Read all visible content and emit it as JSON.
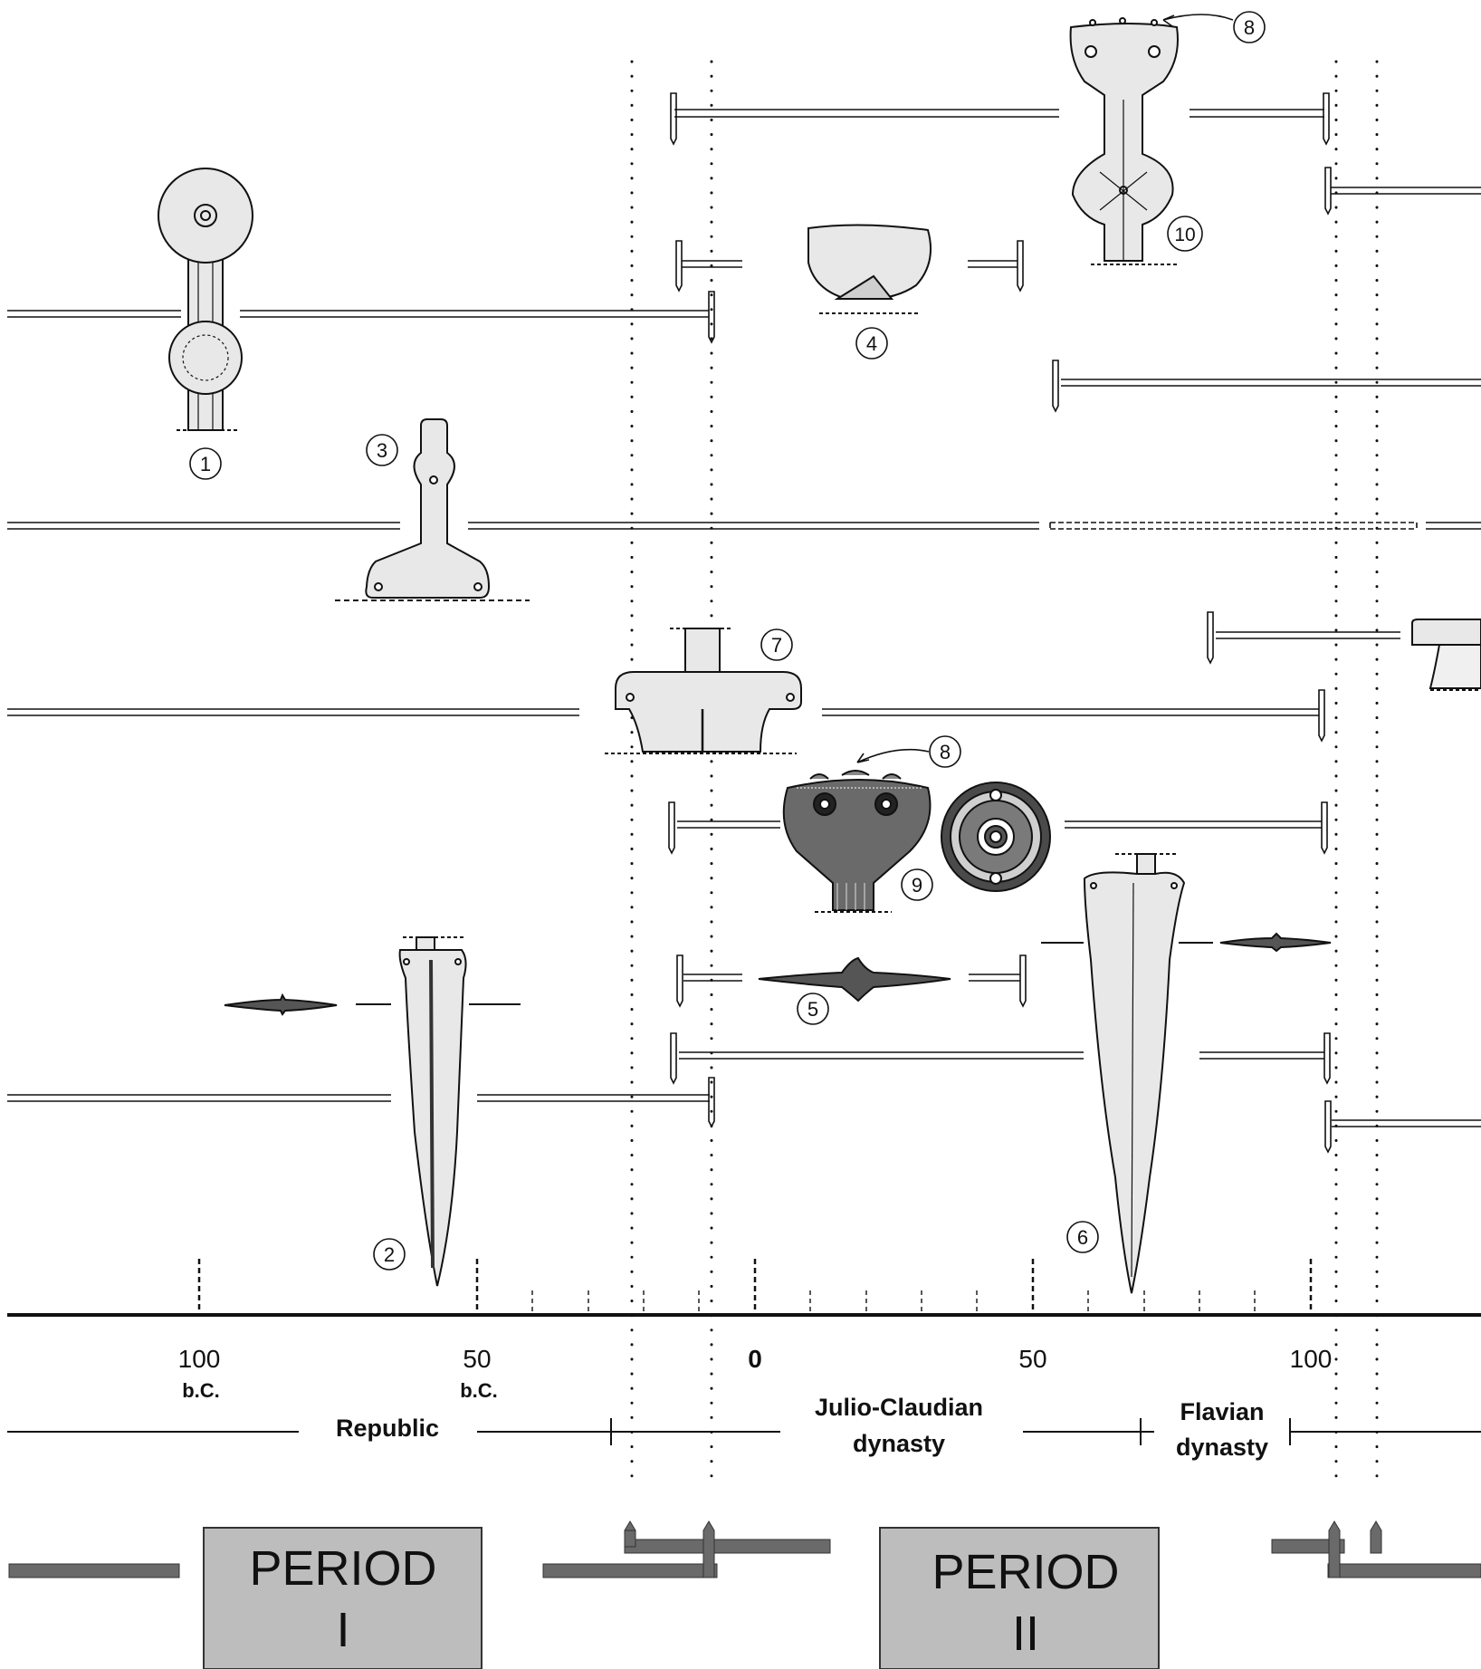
{
  "axis": {
    "ticks": [
      {
        "value": "100",
        "unit": "b.C."
      },
      {
        "value": "50",
        "unit": "b.C."
      },
      {
        "value": "0",
        "unit": ""
      },
      {
        "value": "50",
        "unit": ""
      },
      {
        "value": "100",
        "unit": ""
      }
    ]
  },
  "eras": {
    "republic": "Republic",
    "julio_claudian_1": "Julio-Claudian",
    "julio_claudian_2": "dynasty",
    "flavian_1": "Flavian",
    "flavian_2": "dynasty"
  },
  "periods": {
    "p1_line1": "PERIOD",
    "p1_line2": "I",
    "p2_line1": "PERIOD",
    "p2_line2": "II"
  },
  "objects": {
    "n1": "1",
    "n2": "2",
    "n3": "3",
    "n4": "4",
    "n5": "5",
    "n6": "6",
    "n7": "7",
    "n8a": "8",
    "n8b": "8",
    "n9": "9",
    "n10": "10"
  },
  "colors": {
    "ink": "#111111",
    "artifact_fill": "#e6e6e6",
    "artifact_dark": "#555555",
    "period_box": "#bdbdbd",
    "period_bar": "#6a6a6a"
  }
}
